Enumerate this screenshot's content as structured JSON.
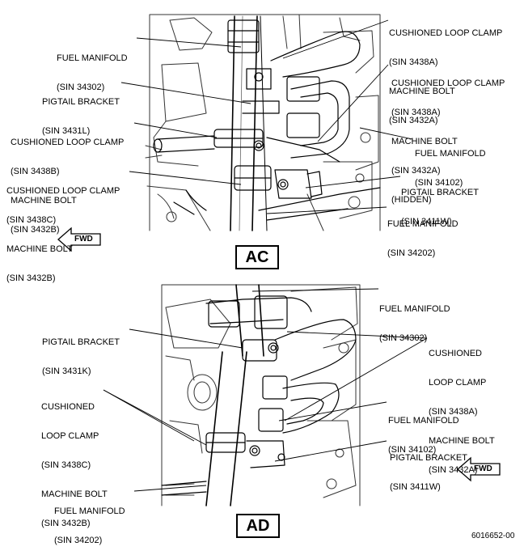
{
  "views": [
    {
      "id": "AC",
      "labels": {
        "fuel_manifold_top": [
          "FUEL MANIFOLD",
          "(SIN 34302)"
        ],
        "pigtail_bracket_left": [
          "PIGTAIL BRACKET",
          "(SIN 3431L)"
        ],
        "cushioned_loop_clamp_left1": [
          "CUSHIONED LOOP CLAMP",
          "(SIN 3438B)",
          "MACHINE BOLT",
          "(SIN 3432B)"
        ],
        "cushioned_loop_clamp_left2": [
          "CUSHIONED LOOP CLAMP",
          "(SIN 3438C)",
          "MACHINE BOLT",
          "(SIN 3432B)"
        ],
        "cushioned_loop_clamp_right1": [
          "CUSHIONED LOOP CLAMP",
          "(SIN 3438A)",
          "MACHINE BOLT",
          "(SIN 3432A)"
        ],
        "cushioned_loop_clamp_right2": [
          "CUSHIONED LOOP CLAMP",
          "(SIN 3438A)",
          "MACHINE BOLT",
          "(SIN 3432A)",
          "(HIDDEN)"
        ],
        "fuel_manifold_right": [
          "FUEL MANIFOLD",
          "(SIN 34102)"
        ],
        "pigtail_bracket_right": [
          "PIGTAIL BRACKET",
          "(SIN 3411W)"
        ],
        "fuel_manifold_bottom": [
          "FUEL MANIFOLD",
          "(SIN 34202)"
        ]
      },
      "fwd": "FWD",
      "view_label": "AC"
    },
    {
      "id": "AD",
      "labels": {
        "fuel_manifold_top": [
          "FUEL MANIFOLD",
          "(SIN 34302)"
        ],
        "pigtail_bracket_left": [
          "PIGTAIL BRACKET",
          "(SIN 3431K)"
        ],
        "cushioned_loop_clamp_left": [
          "CUSHIONED",
          "LOOP CLAMP",
          "(SIN 3438C)",
          "MACHINE BOLT",
          "(SIN 3432B)"
        ],
        "cushioned_loop_clamp_right": [
          "CUSHIONED",
          "LOOP CLAMP",
          "(SIN 3438A)",
          "MACHINE BOLT",
          "(SIN 3432A)"
        ],
        "fuel_manifold_right": [
          "FUEL MANIFOLD",
          "(SIN 34102)"
        ],
        "pigtail_bracket_right": [
          "PIGTAIL BRACKET",
          "(SIN 3411W)"
        ],
        "fuel_manifold_bottom": [
          "FUEL MANIFOLD",
          "(SIN 34202)"
        ]
      },
      "fwd": "FWD",
      "view_label": "AD"
    }
  ],
  "document_number": "6016652-00"
}
